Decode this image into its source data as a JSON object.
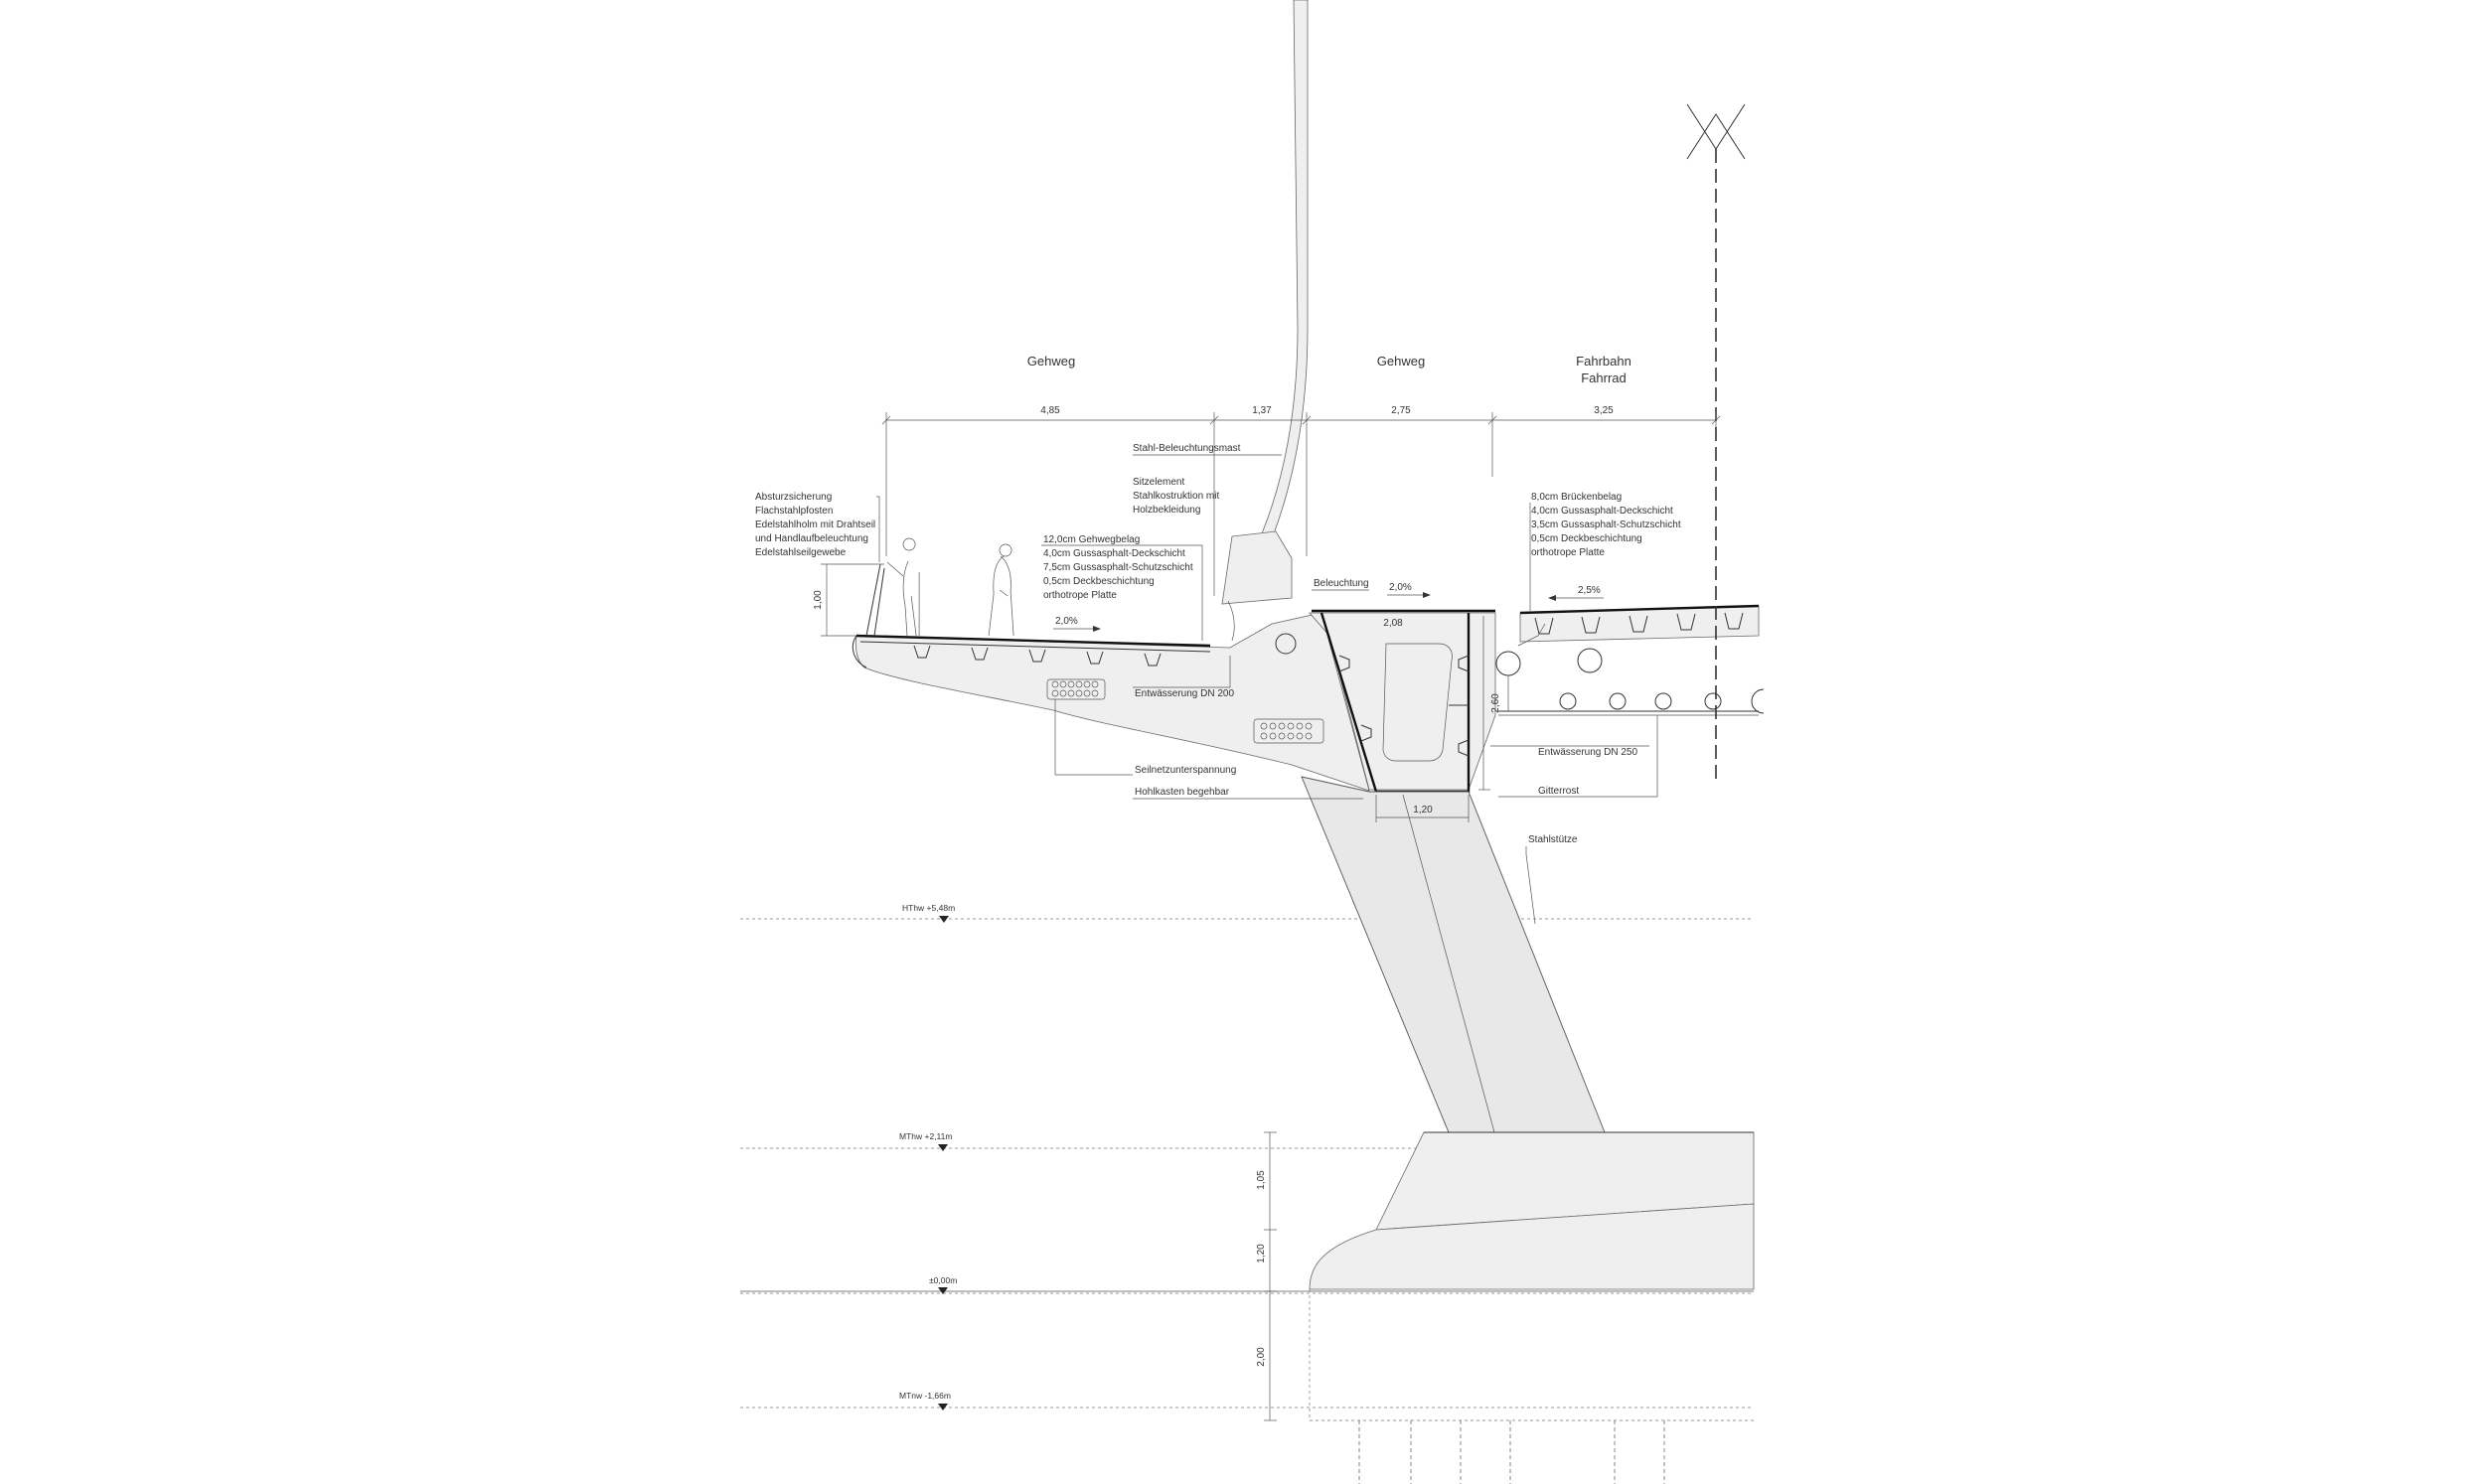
{
  "headers": {
    "gehweg_left": "Gehweg",
    "gehweg_right": "Gehweg",
    "fahrbahn": "Fahrbahn",
    "fahrrad": "Fahrrad"
  },
  "dimensions": {
    "d485": "4,85",
    "d137": "1,37",
    "d275": "2,75",
    "d325": "3,25",
    "d100": "1,00",
    "d208": "2,08",
    "d260": "2,60",
    "d120_box": "1,20",
    "d105": "1,05",
    "d120_pier": "1,20",
    "d200": "2,00"
  },
  "slopes": {
    "walkway": "2,0%",
    "middle": "2,0%",
    "road": "2,5%"
  },
  "notes": {
    "absturz": [
      "Absturzsicherung",
      "Flachstahlpfosten",
      "Edelstahlholm mit Drahtseil",
      "und Handlaufbeleuchtung",
      "Edelstahlseilgewebe"
    ],
    "gehwegbelag": [
      "12,0cm  Gehwegbelag",
      "4,0cm   Gussasphalt-Deckschicht",
      "7,5cm   Gussasphalt-Schutzschicht",
      "0,5cm   Deckbeschichtung",
      "orthotrope Platte"
    ],
    "mast": "Stahl-Beleuchtungsmast",
    "sitz": [
      "Sitzelement",
      "Stahlkostruktion mit",
      "Holzbekleidung"
    ],
    "beleuchtung": "Beleuchtung",
    "brueckenbelag": [
      "8,0cm Brückenbelag",
      "4,0cm Gussasphalt-Deckschicht",
      "3,5cm Gussasphalt-Schutzschicht",
      "0,5cm Deckbeschichtung",
      "orthotrope Platte"
    ],
    "entw200": "Entwässerung DN 200",
    "entw250": "Entwässerung DN 250",
    "seilnetz": "Seilnetzunterspannung",
    "hohlkasten": "Hohlkasten begehbar",
    "gitterrost": "Gitterrost",
    "stahlstuetze": "Stahlstütze"
  },
  "levels": {
    "hthw": "HThw  +5,48m",
    "mthw": "MThw  +2,11m",
    "zero": "±0,00m",
    "mtnw": "MTnw  -1,66m"
  }
}
